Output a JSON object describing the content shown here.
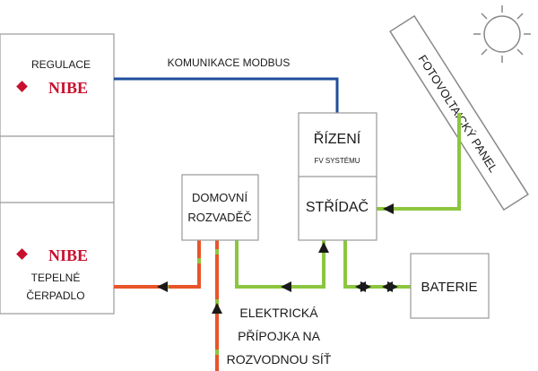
{
  "heat_pump_unit": {
    "control_label": "REGULACE",
    "brand_top": "NIBE",
    "brand_bottom": "NIBE",
    "pump_label_line1": "TEPELNÉ",
    "pump_label_line2": "ČERPADLO"
  },
  "communication_label": "KOMUNIKACE MODBUS",
  "pv_controller": {
    "title": "ŘÍZENÍ",
    "subtitle": "FV SYSTÉMU",
    "inverter_label": "STŘÍDAČ"
  },
  "distribution_board": {
    "line1": "DOMOVNÍ",
    "line2": "ROZVADĚČ"
  },
  "battery_label": "BATERIE",
  "pv_panel_label": "FOTOVOLTAICKÝ PANEL",
  "grid_connection": {
    "line1": "ELEKTRICKÁ",
    "line2": "PŘÍPOJKA NA",
    "line3": "ROZVODNOU SÍŤ"
  },
  "colors": {
    "modbus_line": "#1f4e9c",
    "dc_line": "#8cc63f",
    "ac_line": "#e8542a",
    "brand": "#c8102e",
    "box_border": "#999999"
  }
}
